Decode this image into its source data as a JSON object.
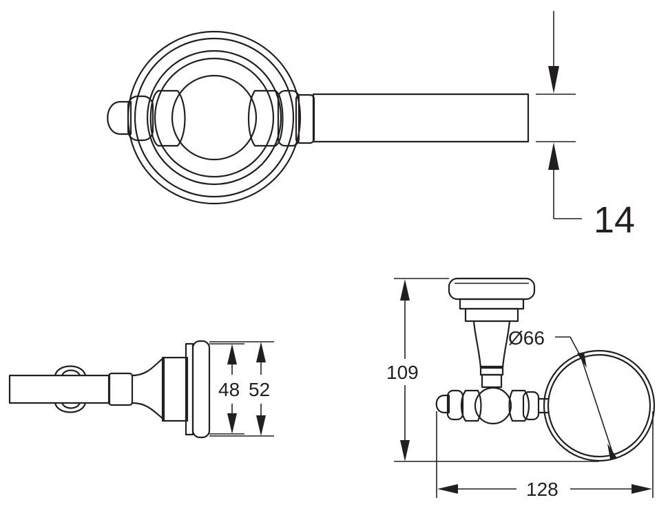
{
  "dimensions": {
    "bar_diameter": "14",
    "inner_height": "48",
    "outer_height": "52",
    "total_height": "109",
    "ring_diameter_symbol": "Ø",
    "ring_diameter": "66",
    "total_width": "128"
  }
}
